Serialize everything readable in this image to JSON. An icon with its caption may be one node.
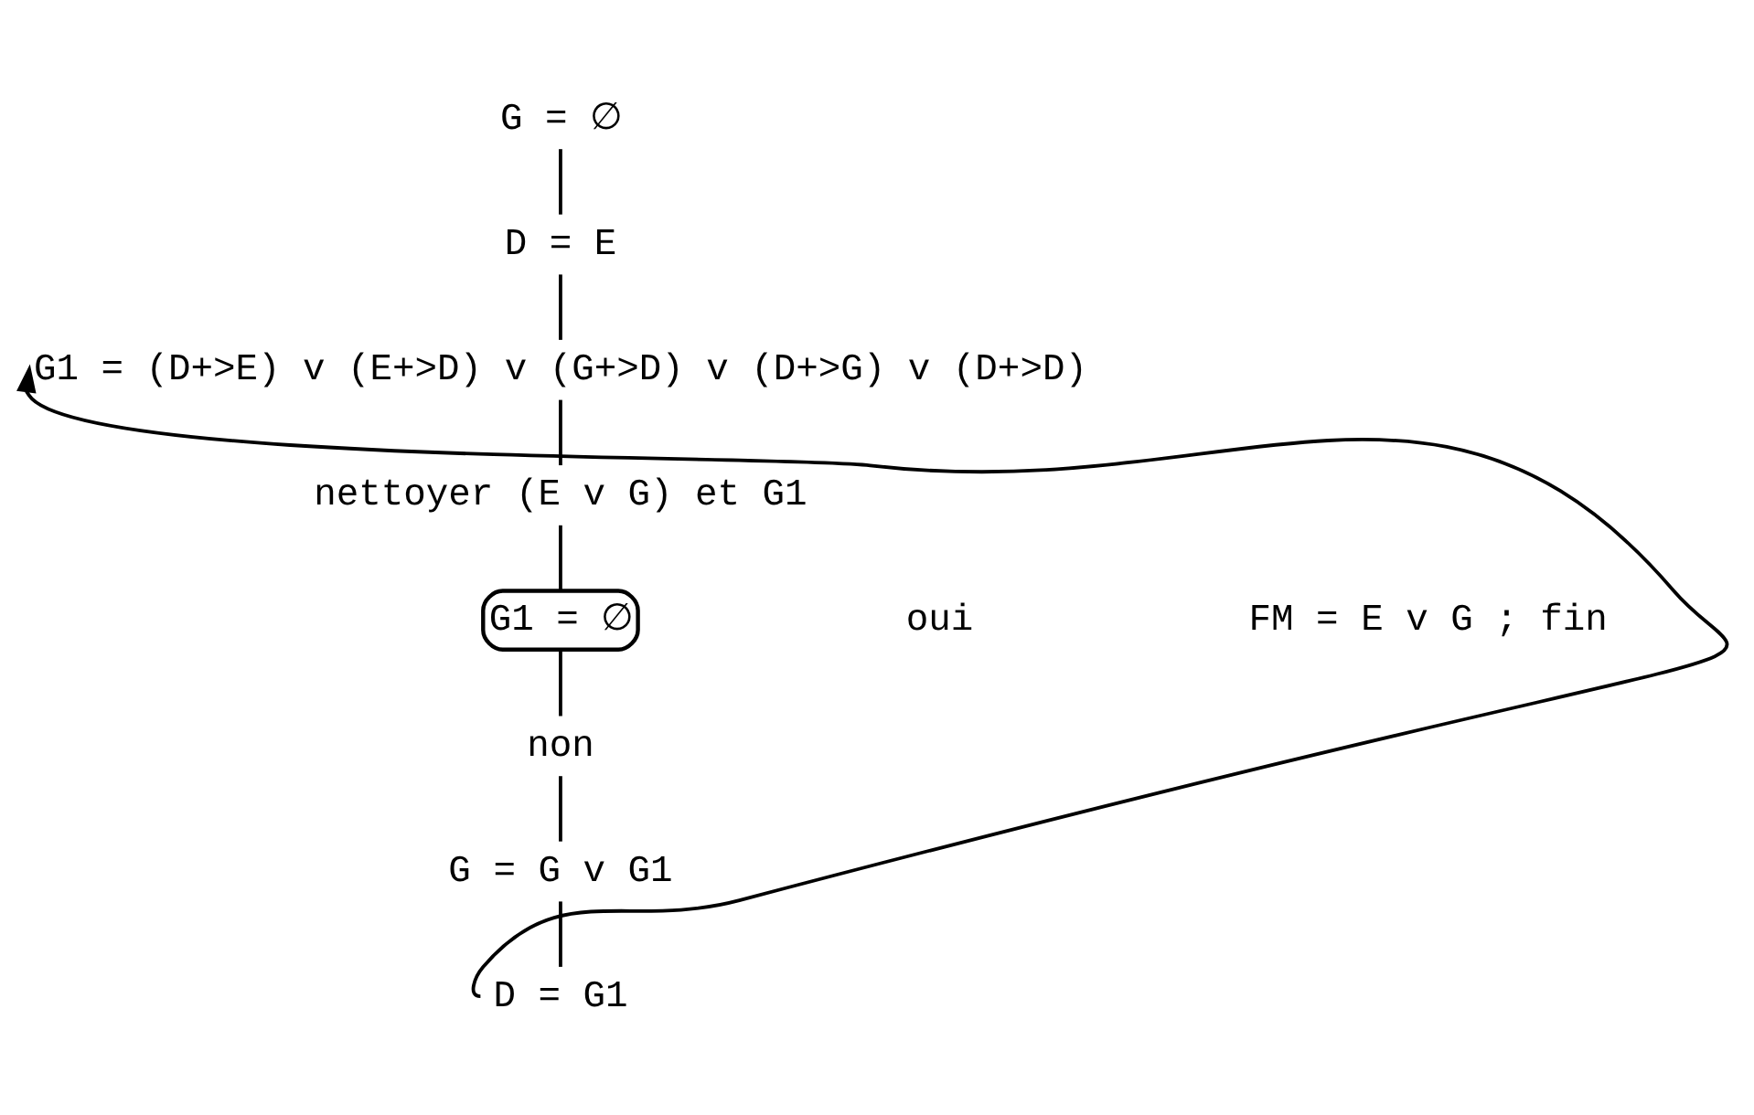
{
  "diagram": {
    "nodes": [
      {
        "text": [
          "G = ∅"
        ]
      },
      {
        "text": [
          "D = E"
        ]
      },
      {
        "text": [
          "G1 = (D+>E) v (E+>D) v (G+>D) v (D+>G) v (D+>D)"
        ]
      },
      {
        "text": [
          "nettoyer (E v G) et G1"
        ]
      },
      {
        "text": [
          "G1 = ∅"
        ]
      },
      {
        "text": [
          "FM = E v G ; fin"
        ]
      },
      {
        "text": [
          "non"
        ]
      },
      {
        "text": [
          "G = G v G1"
        ]
      },
      {
        "text": [
          "D = G1"
        ]
      }
    ],
    "edges": [
      {
        "from": 0,
        "to": 1,
        "arrow": "none"
      },
      {
        "from": 1,
        "to": 2,
        "arrow": "none"
      },
      {
        "from": 2,
        "to": 3,
        "arrow": "none"
      },
      {
        "from": 3,
        "to": 4,
        "arrow": "none"
      },
      {
        "from": 4,
        "to": 6,
        "arrow": "none"
      },
      {
        "from": 6,
        "to": 7,
        "arrow": "none"
      },
      {
        "from": 7,
        "to": 8,
        "arrow": "none"
      },
      {
        "from": 8,
        "to": 2,
        "arrow": "to"
      }
    ],
    "labels": [
      "oui"
    ]
  }
}
